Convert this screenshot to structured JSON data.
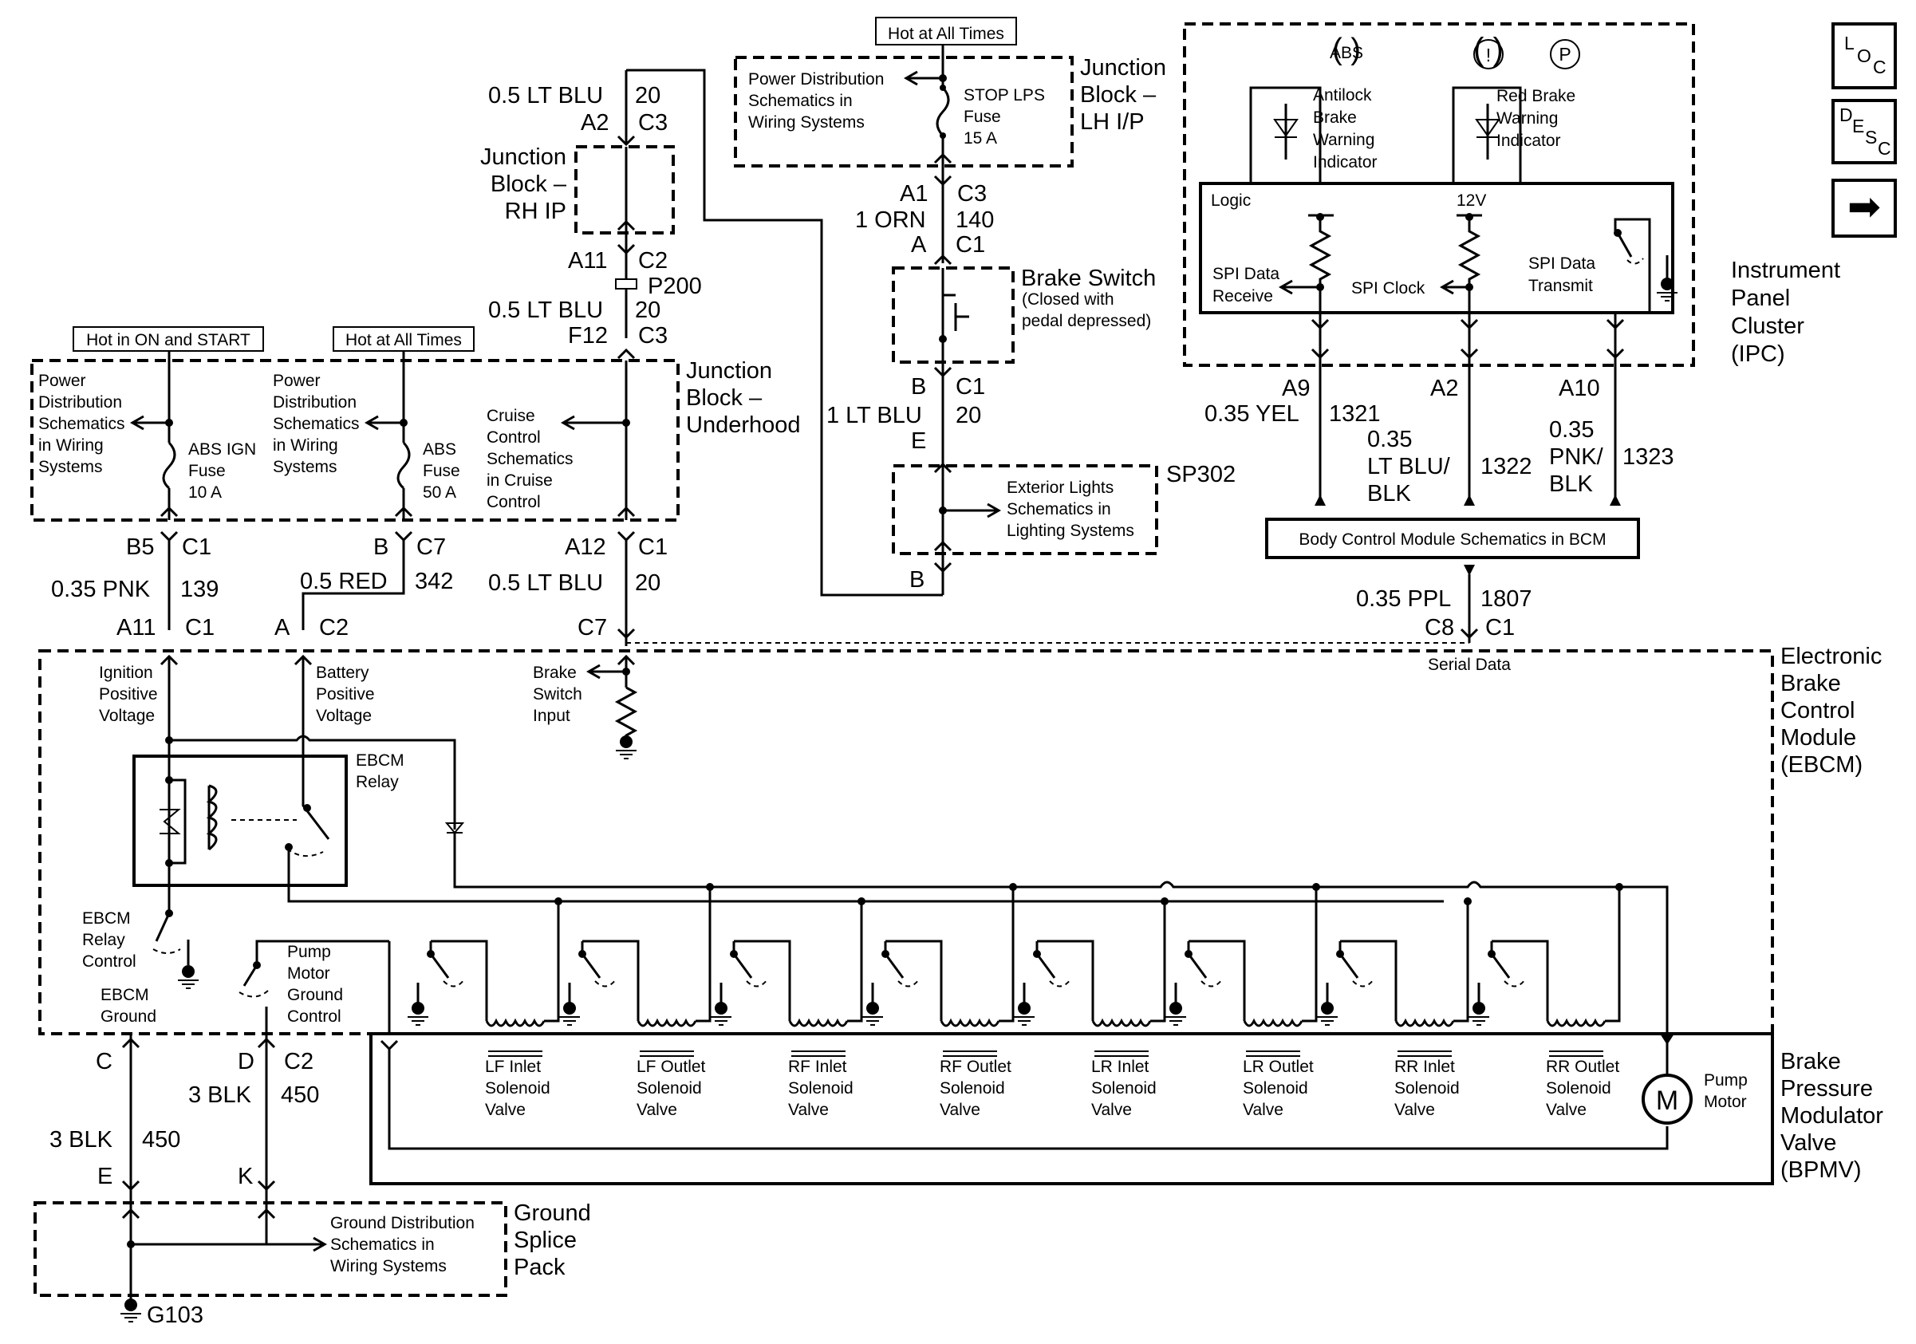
{
  "nav": {
    "loc": "L",
    "loc_sub1": "O",
    "loc_sub2": "C",
    "desc": "D",
    "desc_sub1": "E",
    "desc_sub2": "S",
    "desc_sub3": "C",
    "next": "➡"
  },
  "ipc": {
    "name": [
      "Instrument",
      "Panel",
      "Cluster",
      "(IPC)"
    ],
    "abs_symbol": "ABS",
    "warn_symbol": "!",
    "park_symbol": "P",
    "abs_label": [
      "Antilock",
      "Brake",
      "Warning",
      "Indicator"
    ],
    "red_label": [
      "Red Brake",
      "Warning",
      "Indicator"
    ],
    "logic": "Logic",
    "v12": "12V",
    "spi_receive": [
      "SPI Data",
      "Receive"
    ],
    "spi_clock": "SPI Clock",
    "spi_transmit": [
      "SPI Data",
      "Transmit"
    ],
    "pin_a9": "A9",
    "pin_a2": "A2",
    "pin_a10": "A10",
    "w1_gauge": "0.35 YEL",
    "w1_circuit": "1321",
    "w2_gauge": [
      "0.35",
      "LT BLU/",
      "BLK"
    ],
    "w2_circuit": "1322",
    "w3_gauge": [
      "0.35",
      "PNK/",
      "BLK"
    ],
    "w3_circuit": "1323"
  },
  "bcm": {
    "label": "Body Control Module Schematics in BCM",
    "gauge": "0.35 PPL",
    "circuit": "1807",
    "pin_left": "C8",
    "pin_right": "C1",
    "serial": "Serial Data"
  },
  "jb_lh": {
    "hot": "Hot at All Times",
    "ref": [
      "Power Distribution",
      "Schematics in",
      "Wiring Systems"
    ],
    "fuse": [
      "STOP LPS",
      "Fuse",
      "15 A"
    ],
    "name": [
      "Junction",
      "Block –",
      "LH I/P"
    ],
    "pin_a1": "A1",
    "pin_c3": "C3",
    "gauge": "1 ORN",
    "circuit": "140",
    "pin_a": "A",
    "pin_c1": "C1"
  },
  "brake_switch": {
    "name": "Brake Switch",
    "desc": [
      "(Closed with",
      "pedal depressed)"
    ],
    "pin_b": "B",
    "pin_c1": "C1",
    "gauge": "1 LT BLU",
    "circuit": "20",
    "pin_e": "E"
  },
  "sp302": {
    "name": "SP302",
    "ref": [
      "Exterior Lights",
      "Schematics in",
      "Lighting Systems"
    ],
    "pin_b": "B"
  },
  "jb_rh": {
    "gauge_top": "0.5 LT BLU",
    "circuit_top": "20",
    "pin_a2": "A2",
    "pin_c3": "C3",
    "name": [
      "Junction",
      "Block –",
      "RH IP"
    ],
    "pin_a11": "A11",
    "pin_c2": "C2",
    "p200": "P200",
    "gauge_mid": "0.5 LT BLU",
    "circuit_mid": "20",
    "pin_f12": "F12",
    "pin_c3b": "C3"
  },
  "jb_under": {
    "name": [
      "Junction",
      "Block –",
      "Underhood"
    ],
    "hot_on": "Hot in ON and START",
    "hot_all": "Hot at All Times",
    "ref1": [
      "Power",
      "Distribution",
      "Schematics",
      "in Wiring",
      "Systems"
    ],
    "ref2": [
      "Power",
      "Distribution",
      "Schematics",
      "in Wiring",
      "Systems"
    ],
    "fuse1": [
      "ABS IGN",
      "Fuse",
      "10 A"
    ],
    "fuse2": [
      "ABS",
      "Fuse",
      "50 A"
    ],
    "cruise": [
      "Cruise",
      "Control",
      "Schematics",
      "in Cruise",
      "Control"
    ],
    "pin_b5": "B5",
    "pin_c1": "C1",
    "pin_b": "B",
    "pin_c7": "C7",
    "pin_a12": "A12",
    "pin_c1b": "C1"
  },
  "feeds": {
    "g1": "0.35 PNK",
    "c1": "139",
    "g2": "0.5 RED",
    "c2": "342",
    "g3": "0.5 LT BLU",
    "c3": "20",
    "ebcm_a11": "A11",
    "ebcm_c1": "C1",
    "ebcm_a": "A",
    "ebcm_c2": "C2",
    "ebcm_c7": "C7"
  },
  "ebcm": {
    "name": [
      "Electronic",
      "Brake",
      "Control",
      "Module",
      "(EBCM)"
    ],
    "ign": [
      "Ignition",
      "Positive",
      "Voltage"
    ],
    "bat": [
      "Battery",
      "Positive",
      "Voltage"
    ],
    "brake_in": [
      "Brake",
      "Switch",
      "Input"
    ],
    "relay": [
      "EBCM",
      "Relay"
    ],
    "relay_ctl": [
      "EBCM",
      "Relay",
      "Control"
    ],
    "ground": [
      "EBCM",
      "Ground"
    ],
    "pump_ctl": [
      "Pump",
      "Motor",
      "Ground",
      "Control"
    ],
    "pin_c": "C",
    "pin_d": "D",
    "pin_c2": "C2"
  },
  "bpmv": {
    "name": [
      "Brake",
      "Pressure",
      "Modulator",
      "Valve",
      "(BPMV)"
    ],
    "motor_symbol": "M",
    "motor": [
      "Pump",
      "Motor"
    ],
    "valves": [
      [
        "LF Inlet",
        "Solenoid",
        "Valve"
      ],
      [
        "LF Outlet",
        "Solenoid",
        "Valve"
      ],
      [
        "RF Inlet",
        "Solenoid",
        "Valve"
      ],
      [
        "RF Outlet",
        "Solenoid",
        "Valve"
      ],
      [
        "LR Inlet",
        "Solenoid",
        "Valve"
      ],
      [
        "LR Outlet",
        "Solenoid",
        "Valve"
      ],
      [
        "RR Inlet",
        "Solenoid",
        "Valve"
      ],
      [
        "RR Outlet",
        "Solenoid",
        "Valve"
      ]
    ]
  },
  "ground": {
    "g1": "3 BLK",
    "c1": "450",
    "g2": "3 BLK",
    "c2": "450",
    "pin_e": "E",
    "pin_k": "K",
    "ref": [
      "Ground Distribution",
      "Schematics in",
      "Wiring Systems"
    ],
    "name": [
      "Ground",
      "Splice",
      "Pack"
    ],
    "g103": "G103"
  }
}
